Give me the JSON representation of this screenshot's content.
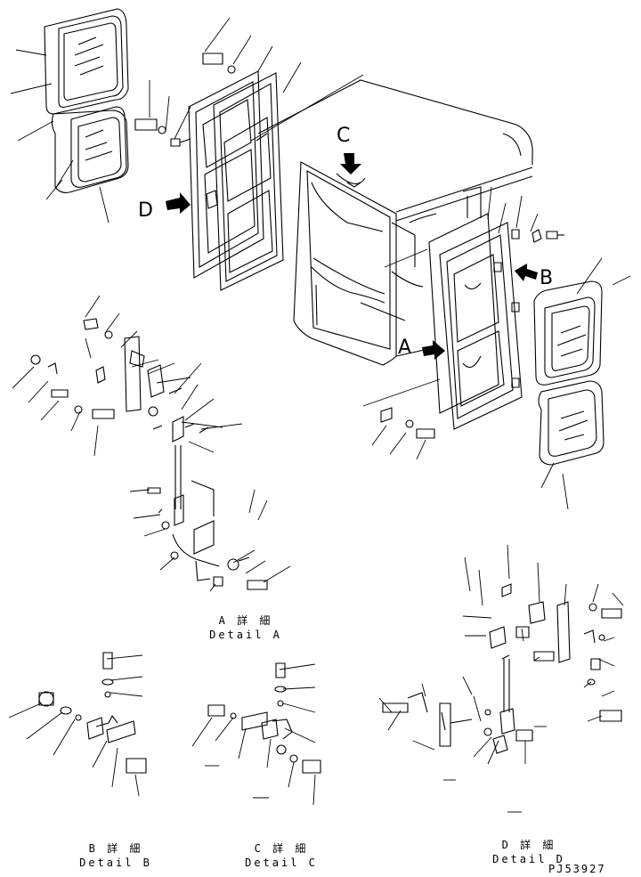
{
  "view_labels": {
    "a": "A",
    "b": "B",
    "c": "C",
    "d": "D"
  },
  "details": {
    "a": {
      "jp": "A 詳 細",
      "en": "Detail A"
    },
    "b": {
      "jp": "B 詳 細",
      "en": "Detail B"
    },
    "c": {
      "jp": "C 詳 細",
      "en": "Detail C"
    },
    "d": {
      "jp": "D 詳 細",
      "en": "Detail D"
    }
  },
  "drawing_number": "PJ53927"
}
